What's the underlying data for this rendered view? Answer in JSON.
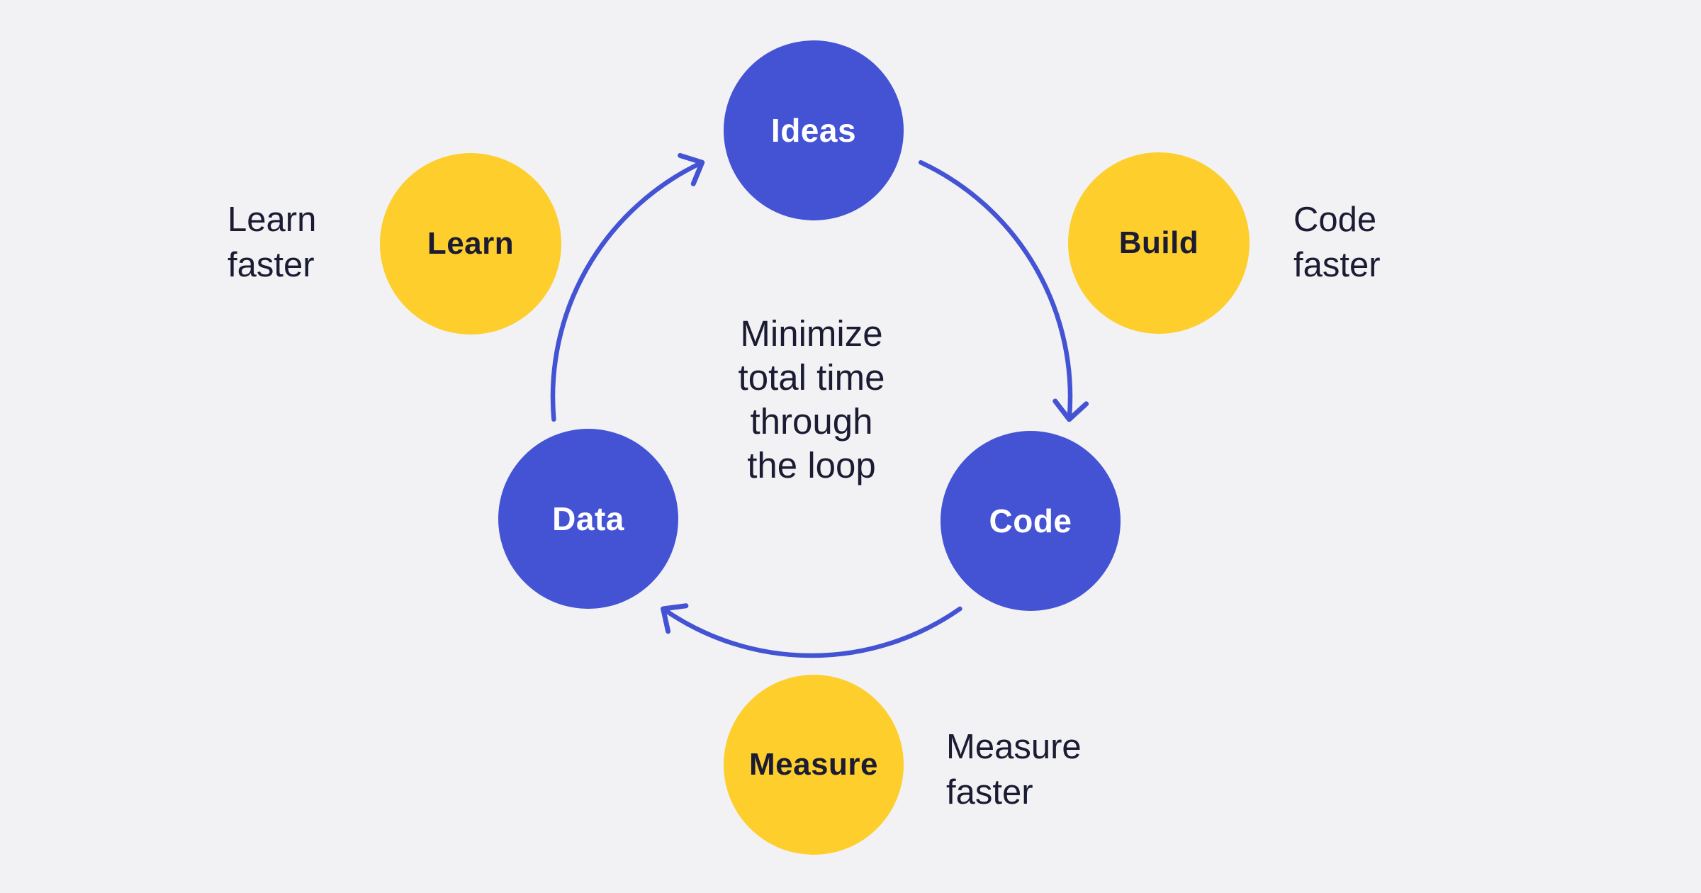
{
  "title": "Minimize total time through the loop",
  "background": "#f2f2f4",
  "colors": {
    "stage_circle": "#4353d4",
    "action_circle": "#fdce2c",
    "arrow": "#4353d4",
    "text_dark": "#1b1b33",
    "text_light": "#ffffff"
  },
  "center_text": {
    "line1": "Minimize",
    "line2": "total time",
    "line3": "through",
    "line4": "the loop"
  },
  "nodes": {
    "ideas": {
      "label": "Ideas"
    },
    "code": {
      "label": "Code"
    },
    "data": {
      "label": "Data"
    },
    "learn": {
      "label": "Learn"
    },
    "build": {
      "label": "Build"
    },
    "measure": {
      "label": "Measure"
    }
  },
  "captions": {
    "learn": {
      "line1": "Learn",
      "line2": "faster"
    },
    "build": {
      "line1": "Code",
      "line2": "faster"
    },
    "measure": {
      "line1": "Measure",
      "line2": "faster"
    }
  },
  "edges": [
    {
      "from": "Ideas",
      "to": "Code"
    },
    {
      "from": "Code",
      "to": "Data"
    },
    {
      "from": "Data",
      "to": "Ideas"
    }
  ]
}
